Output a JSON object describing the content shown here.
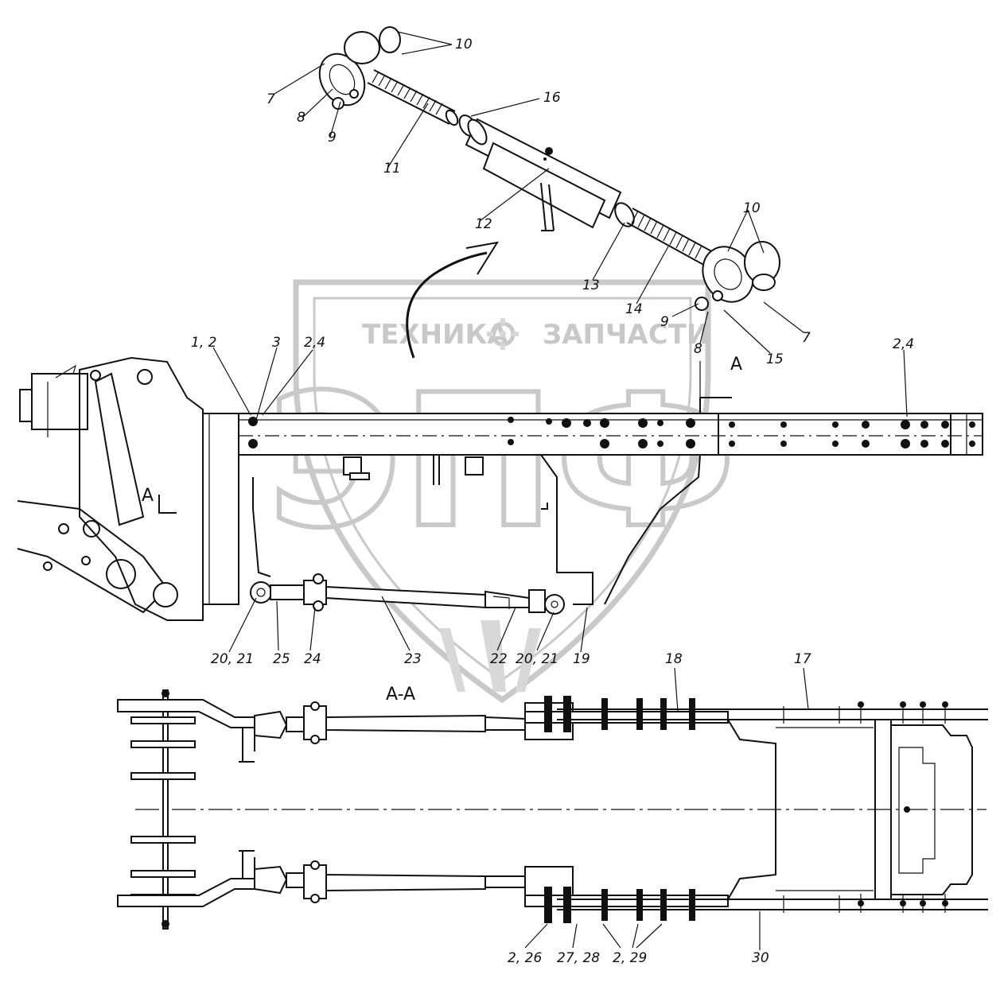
{
  "watermark": {
    "left_word": "ТЕХНИКА",
    "right_word": "ЗАПЧАСТИ",
    "logo_text": "ЭПФ",
    "gear_icon": "gear-icon"
  },
  "section": {
    "label_a_top": "A",
    "label_a_left": "A",
    "section_title": "A-A"
  },
  "callouts": {
    "top_assembly": [
      "10",
      "7",
      "8",
      "9",
      "11",
      "16",
      "12",
      "13",
      "14",
      "10",
      "9",
      "8",
      "15",
      "7"
    ],
    "side_view": [
      "1, 2",
      "3",
      "2,4",
      "2,4",
      "20, 21",
      "25",
      "24",
      "23",
      "22",
      "20, 21",
      "19"
    ],
    "section_view": [
      "18",
      "17",
      "2, 26",
      "27, 28",
      "2, 29",
      "30"
    ]
  }
}
